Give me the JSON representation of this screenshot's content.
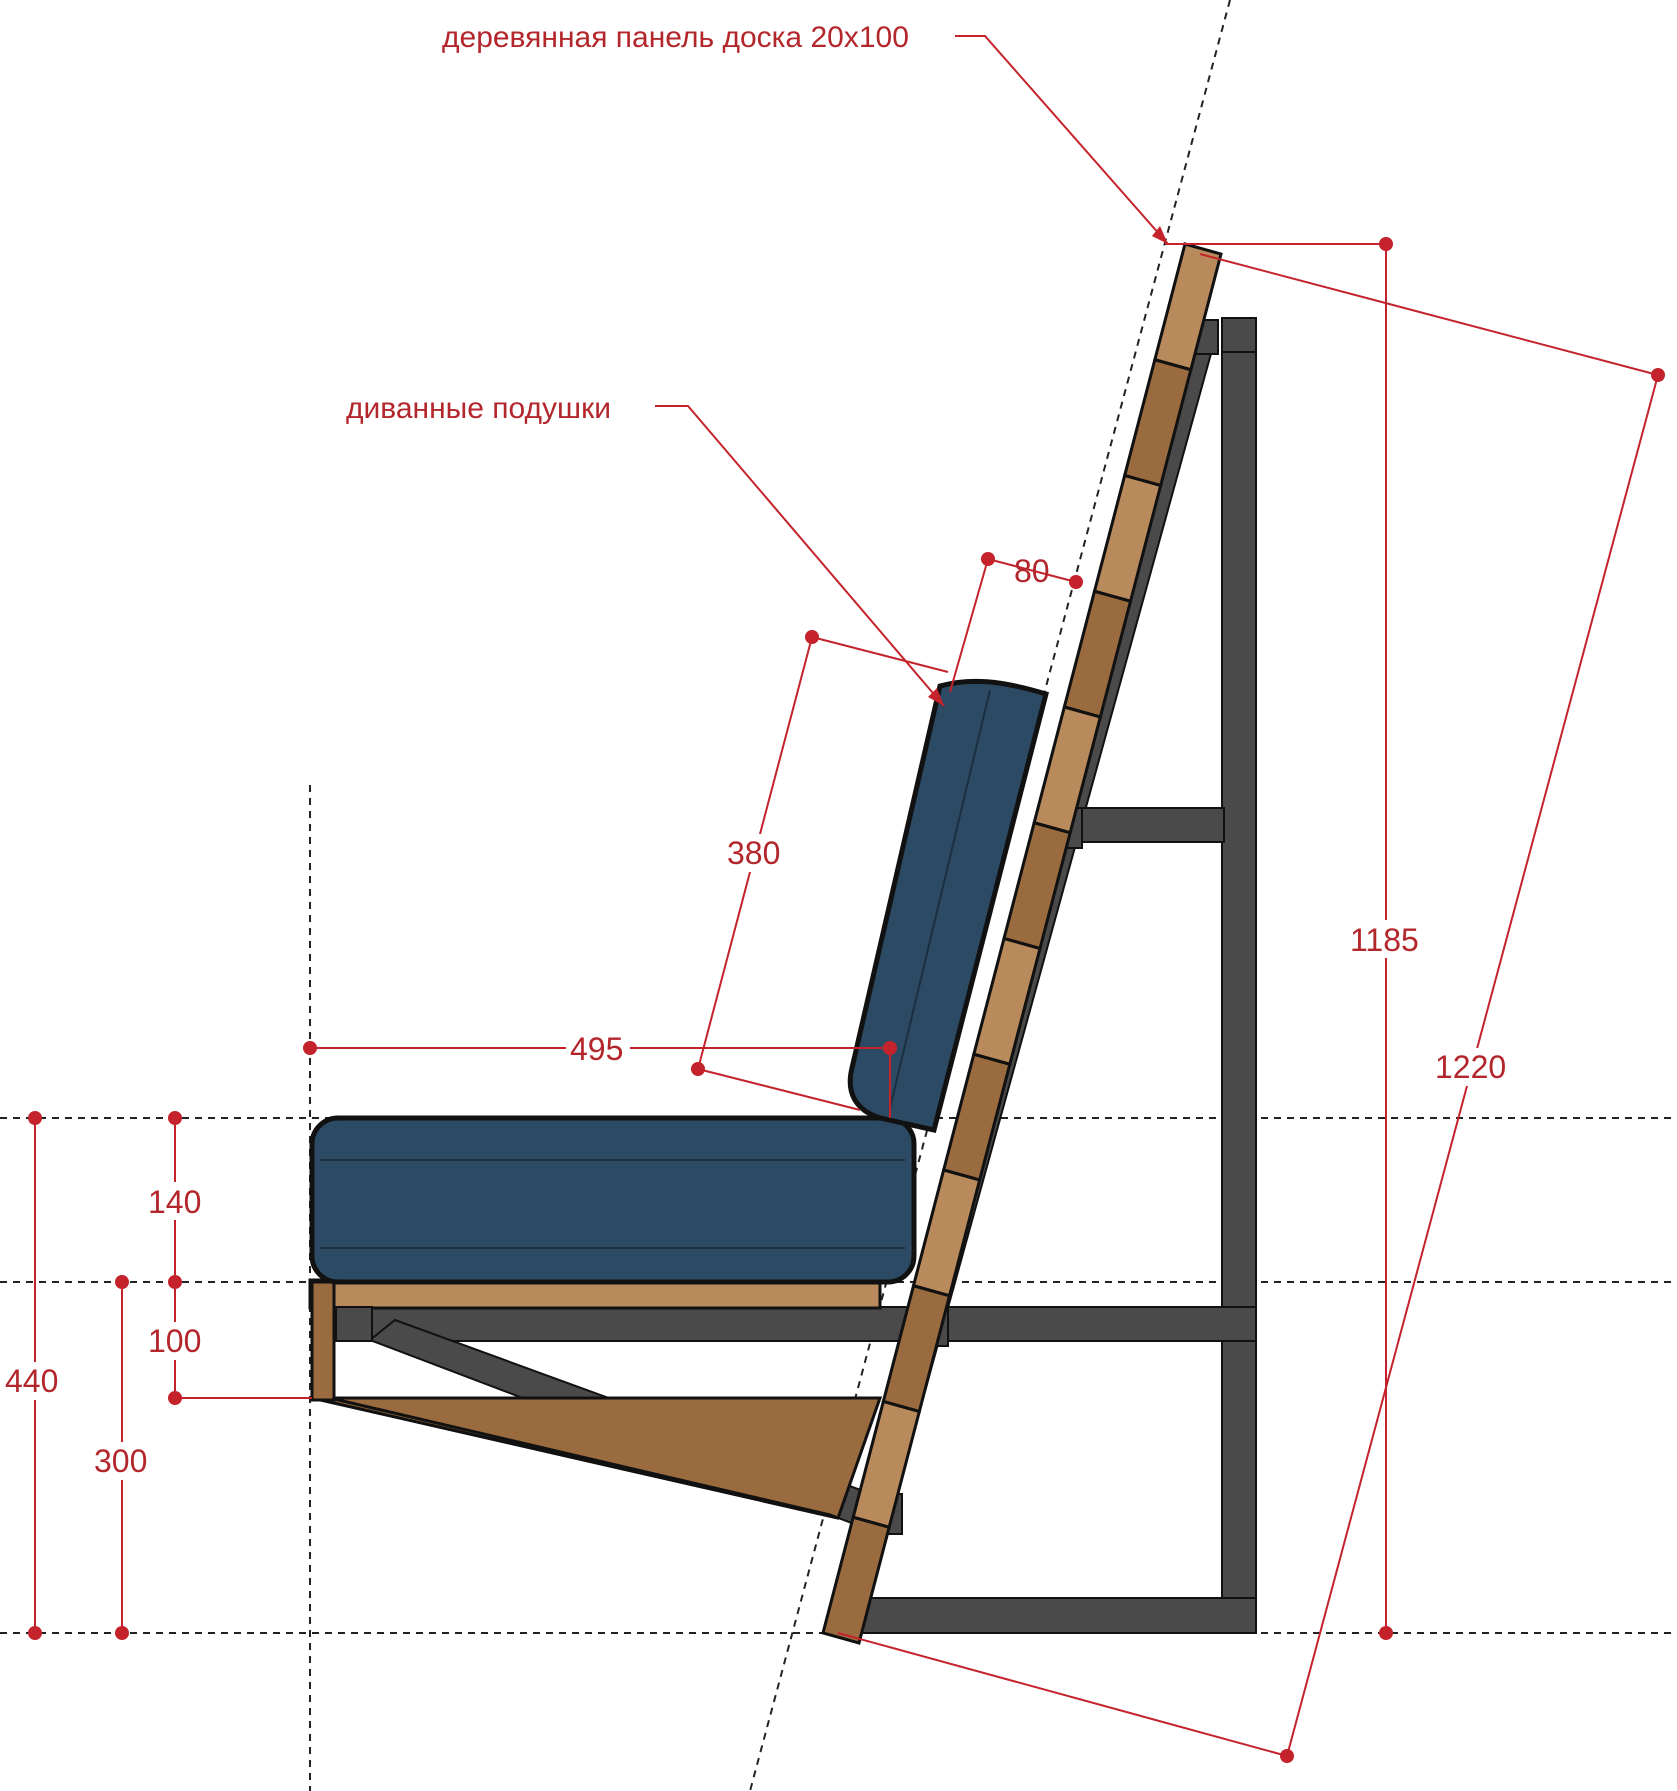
{
  "callouts": {
    "panel": "деревянная панель доска 20х100",
    "cushions": "диванные подушки"
  },
  "dimensions": {
    "seat_depth": "495",
    "back_cushion_height": "380",
    "back_cushion_thickness": "80",
    "total_height": "1185",
    "backrest_length": "1220",
    "seat_cushion_height": "140",
    "frame_height": "100",
    "seat_total_height": "440",
    "frame_top_height": "300"
  },
  "colors": {
    "dimension": "#c4232b",
    "steel": "#4a4a4a",
    "wood": "#9a6b3f",
    "cushion": "#2c4a63"
  }
}
